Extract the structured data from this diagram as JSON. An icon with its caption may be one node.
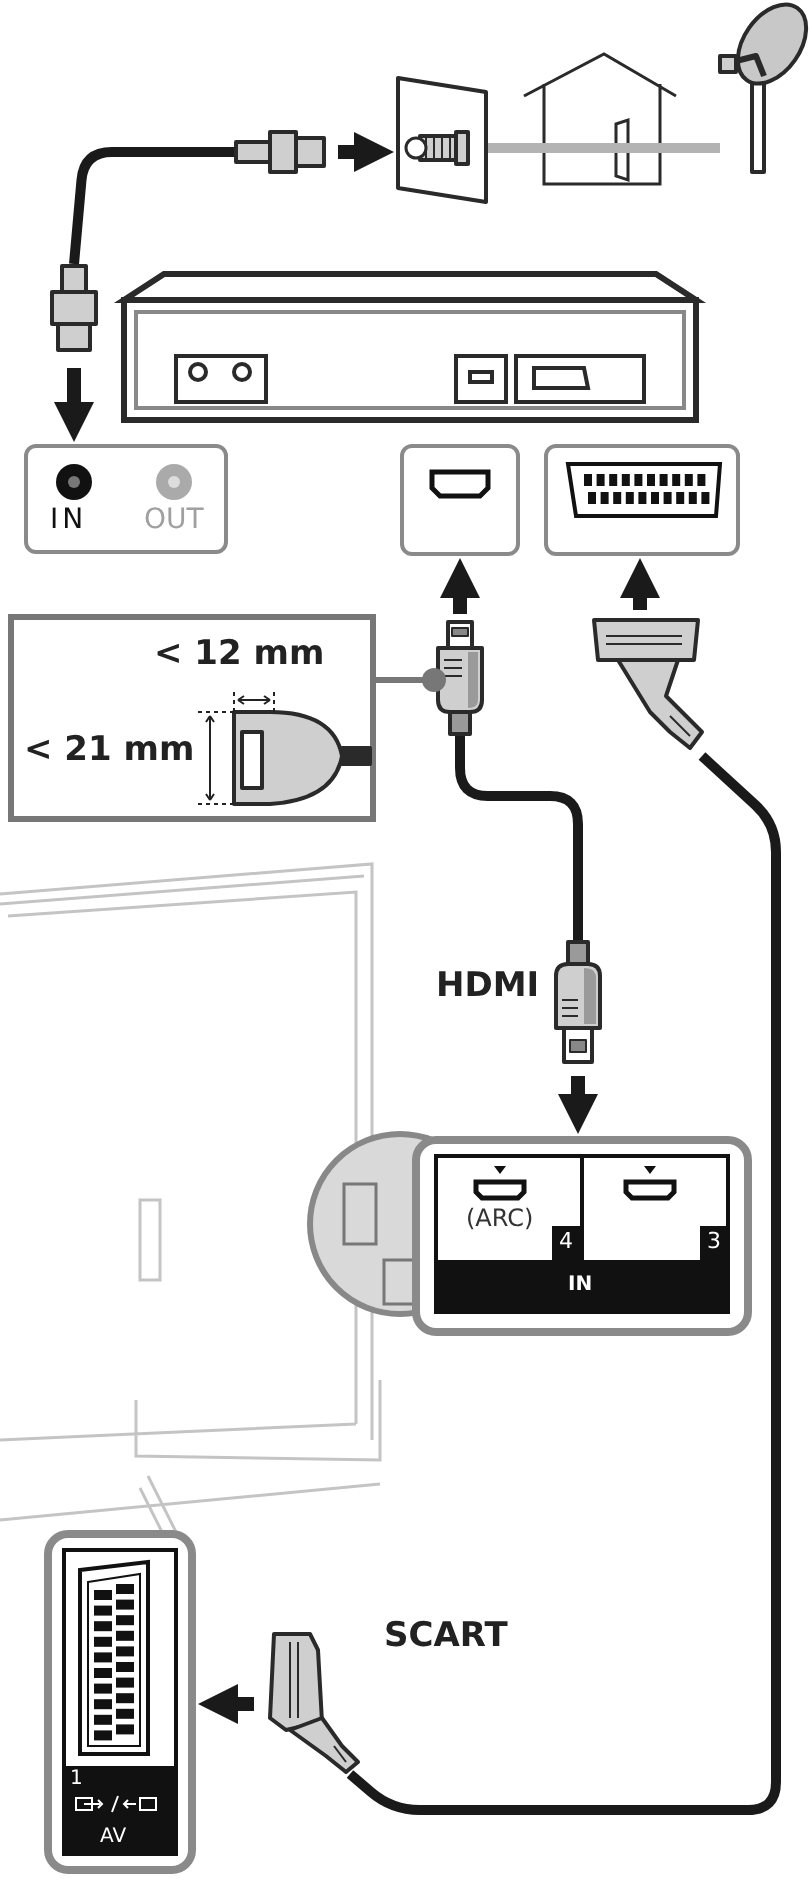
{
  "diagram": {
    "nodes": [
      {
        "text": [],
        "shape": "picture"
      },
      {
        "text": [],
        "shape": "picture"
      },
      {
        "text": [],
        "shape": "picture"
      },
      {
        "text": [
          "IN",
          "OUT"
        ]
      },
      {
        "text": [],
        "shape": "box"
      },
      {
        "text": [],
        "shape": "box"
      },
      {
        "text": [
          "< 12 mm",
          "< 21 mm"
        ]
      },
      {
        "text": [],
        "shape": "picture"
      },
      {
        "text": [],
        "shape": "picture",
        "beside": [
          "HDMI"
        ]
      },
      {
        "text": [
          "(ARC)",
          "4",
          "3",
          "IN"
        ]
      },
      {
        "text": [],
        "shape": "picture"
      },
      {
        "text": [],
        "shape": "picture",
        "beside": [
          "SCART"
        ]
      },
      {
        "text": [
          "1",
          "AV"
        ]
      },
      {
        "text": [],
        "shape": "picture"
      }
    ],
    "edges": [
      {
        "from": 1,
        "to": 0,
        "arrow": "to"
      },
      {
        "from": 1,
        "to": 2,
        "arrow": "none"
      },
      {
        "from": 2,
        "to": 3,
        "arrow": "to"
      },
      {
        "from": 7,
        "to": 4,
        "arrow": "to"
      },
      {
        "from": 10,
        "to": 5,
        "arrow": "to"
      },
      {
        "from": 6,
        "to": 7,
        "arrow": "other",
        "color": "#777777"
      },
      {
        "from": 7,
        "to": 8,
        "arrow": "none"
      },
      {
        "from": 8,
        "to": 9,
        "arrow": "to"
      },
      {
        "from": 10,
        "to": 11,
        "arrow": "none"
      },
      {
        "from": 11,
        "to": 12,
        "arrow": "to"
      },
      {
        "from": 0,
        "to": 13,
        "arrow": "none",
        "color": "#b3b3b3"
      }
    ]
  }
}
